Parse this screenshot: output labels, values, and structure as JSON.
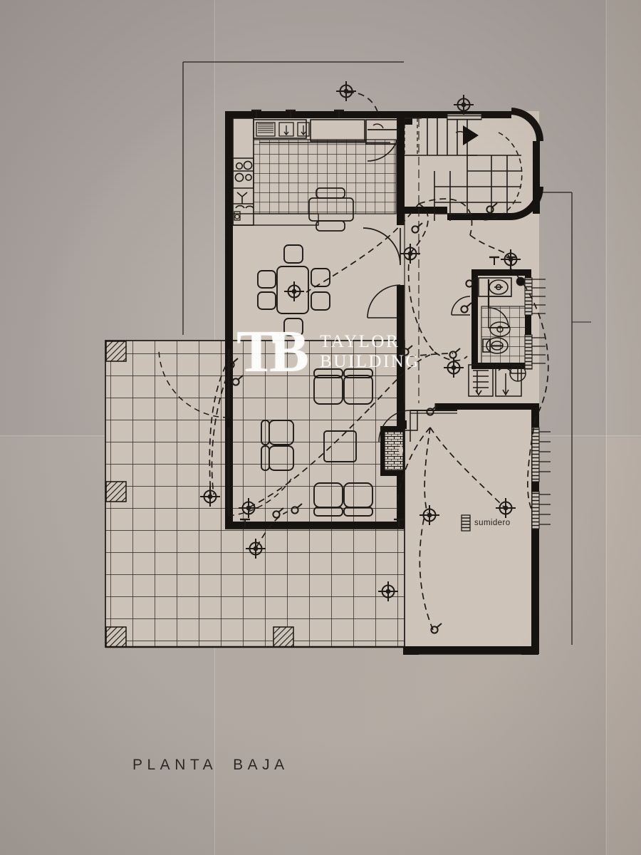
{
  "document": {
    "type": "architectural-floor-plan",
    "caption_line1": "PLANTA",
    "caption_line2": "BAJA",
    "language": "es",
    "medium": "scanned folded paper blueprint"
  },
  "watermark": {
    "monogram": "TB",
    "line1": "TAYLOR",
    "line2": "BUILDING",
    "color": "#ffffff",
    "opacity": 0.93
  },
  "annotations": {
    "drain_label": "sumidero"
  },
  "palette": {
    "paper_top_left": "#a8a19c",
    "paper_top_mid": "#aba49f",
    "paper_top_right": "#b4aca4",
    "paper_bottom_left": "#b0a7a1",
    "paper_bottom_mid": "#b2a9a2",
    "paper_bottom_right": "#bcb2a9",
    "interior_fill": "#cec4b9",
    "ink": "#1d1916",
    "wall_fill": "#14110f",
    "line_thin": "#2a2421"
  },
  "plan": {
    "title": "PLANTA BAJA",
    "rooms": [
      {
        "name": "cocina-comedor",
        "label_visible": false
      },
      {
        "name": "salon-estar",
        "label_visible": false
      },
      {
        "name": "bano",
        "label_visible": false
      },
      {
        "name": "aseo",
        "label_visible": false
      },
      {
        "name": "garaje",
        "label_visible": false
      },
      {
        "name": "terraza",
        "label_visible": false
      },
      {
        "name": "escalera",
        "label_visible": false
      }
    ],
    "fixtures": [
      "stove-4-burner",
      "sink",
      "dining-table-6-chairs",
      "sofa-three-seat",
      "sofa-two-seat",
      "armchair-pair",
      "coffee-table",
      "fireplace",
      "wc-toilet",
      "washbasin",
      "shower",
      "staircase",
      "floor-drain"
    ],
    "electrical": {
      "symbols": [
        "ceiling-light",
        "wall-switch",
        "outlet",
        "junction-point"
      ],
      "wiring_style": "dashed"
    },
    "floor_finishes": {
      "kitchen": "tile-grid-fine",
      "bathroom": "tile-grid-fine",
      "terrace": "tile-grid-coarse"
    }
  }
}
